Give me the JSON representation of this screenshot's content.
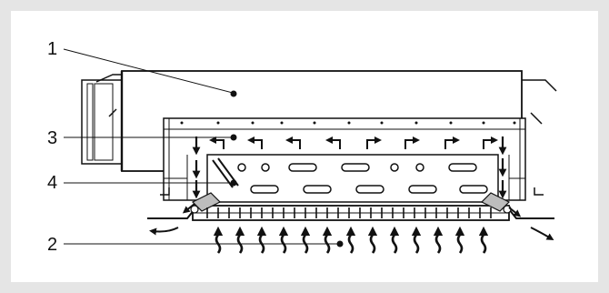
{
  "callouts": [
    {
      "id": "1",
      "label": "1"
    },
    {
      "id": "2",
      "label": "2"
    },
    {
      "id": "3",
      "label": "3"
    },
    {
      "id": "4",
      "label": "4"
    }
  ],
  "colors": {
    "background": "#e5e5e5",
    "panel": "#ffffff",
    "ink": "#111111",
    "shade": "#bdbdbd"
  },
  "icons": [
    "airflow-down-arrow",
    "airflow-up-wave-arrow",
    "airflow-corner-arrow",
    "airflow-out-curved-arrow"
  ]
}
